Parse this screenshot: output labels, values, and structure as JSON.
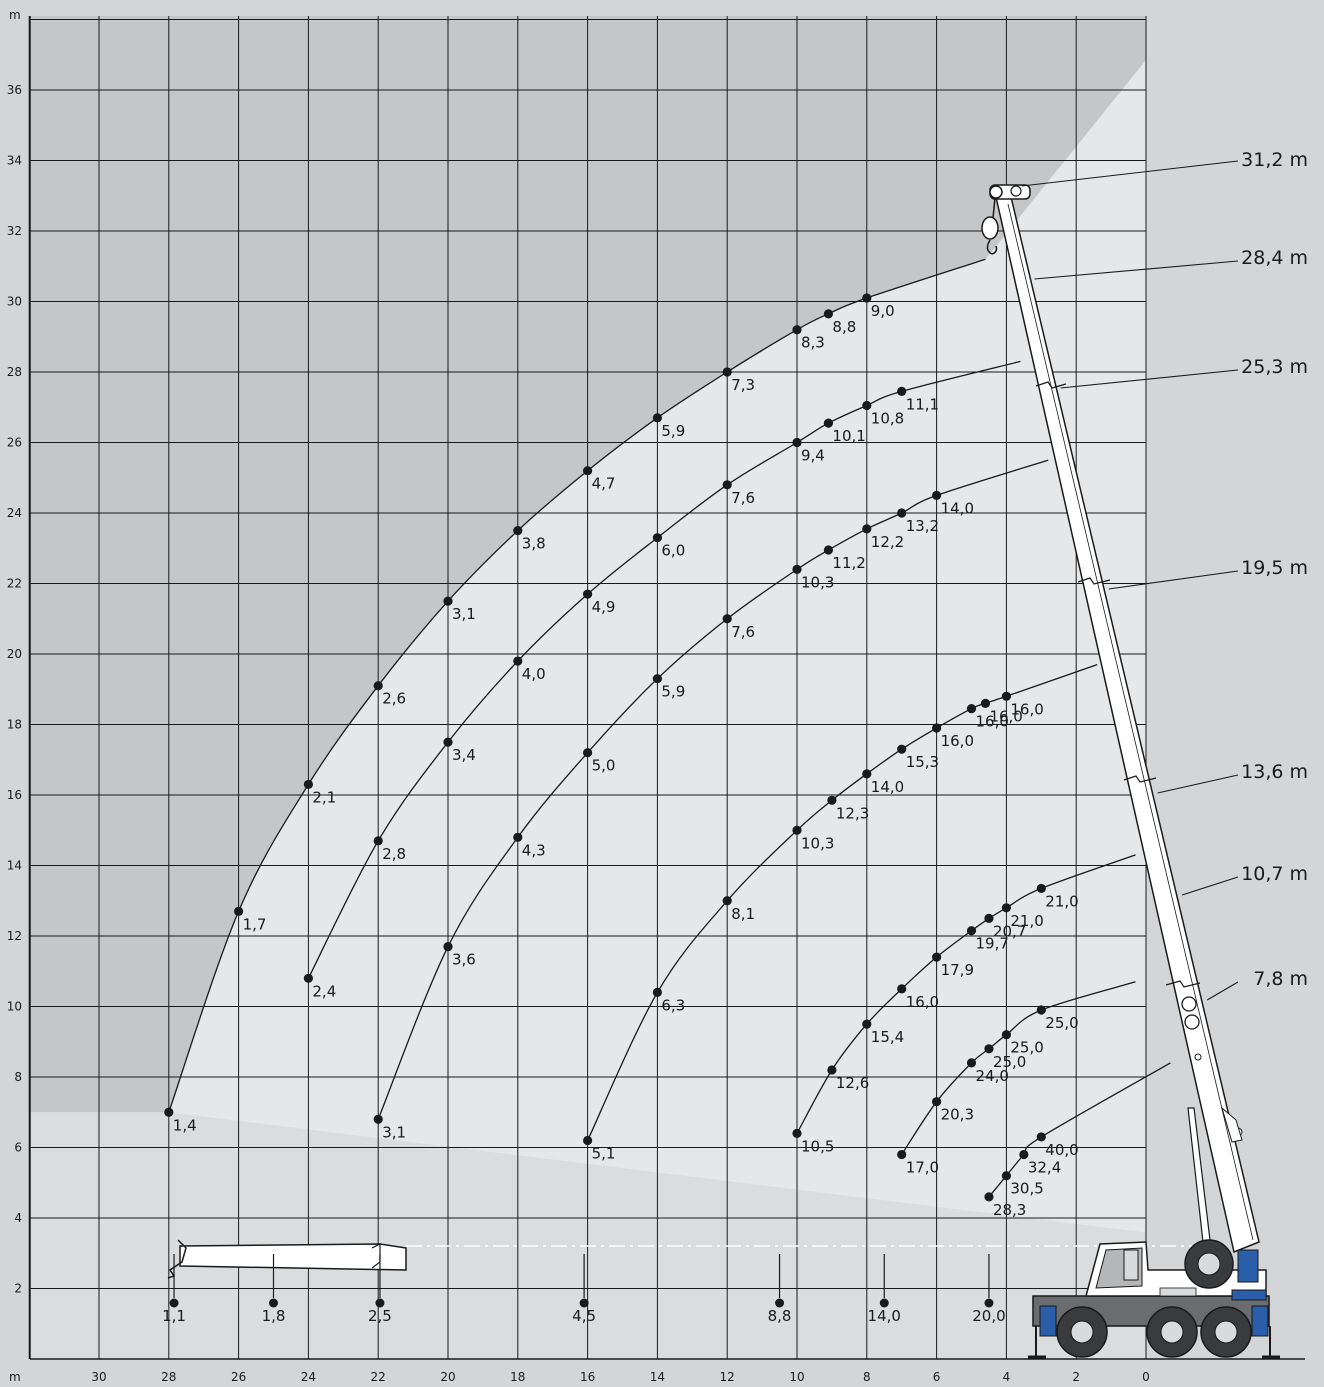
{
  "chart_data": {
    "type": "line",
    "title": "",
    "xlabel": "m",
    "ylabel": "m",
    "xlim": [
      32,
      0
    ],
    "ylim": [
      0,
      38
    ],
    "x_ticks": [
      30,
      28,
      26,
      24,
      22,
      20,
      18,
      16,
      14,
      12,
      10,
      8,
      6,
      4,
      2,
      0
    ],
    "y_ticks": [
      2,
      4,
      6,
      8,
      10,
      12,
      14,
      16,
      18,
      20,
      22,
      24,
      26,
      28,
      30,
      32,
      34,
      36
    ],
    "boom_lengths": [
      "31,2 m",
      "28,4 m",
      "25,3 m",
      "19,5 m",
      "13,6 m",
      "10,7 m",
      "7,8 m"
    ],
    "series": [
      {
        "points": [
          [
            28,
            7.0,
            "1,4"
          ],
          [
            26,
            12.7,
            "1,7"
          ],
          [
            24,
            16.3,
            "2,1"
          ],
          [
            22,
            19.1,
            "2,6"
          ],
          [
            20,
            21.5,
            "3,1"
          ],
          [
            18,
            23.5,
            "3,8"
          ],
          [
            16,
            25.2,
            "4,7"
          ],
          [
            14,
            26.7,
            "5,9"
          ],
          [
            12,
            28.0,
            "7,3"
          ],
          [
            10,
            29.2,
            "8,3"
          ],
          [
            9.1,
            29.65,
            "8,8"
          ],
          [
            8,
            30.1,
            "9,0"
          ]
        ],
        "end": [
          4.6,
          31.2
        ]
      },
      {
        "points": [
          [
            24,
            10.8,
            "2,4"
          ],
          [
            22,
            14.7,
            "2,8"
          ],
          [
            20,
            17.5,
            "3,4"
          ],
          [
            18,
            19.8,
            "4,0"
          ],
          [
            16,
            21.7,
            "4,9"
          ],
          [
            14,
            23.3,
            "6,0"
          ],
          [
            12,
            24.8,
            "7,6"
          ],
          [
            10,
            26.0,
            "9,4"
          ],
          [
            9.1,
            26.55,
            "10,1"
          ],
          [
            8,
            27.05,
            "10,8"
          ],
          [
            7,
            27.45,
            "11,1"
          ]
        ],
        "end": [
          3.6,
          28.3
        ]
      },
      {
        "points": [
          [
            22,
            6.8,
            "3,1"
          ],
          [
            20,
            11.7,
            "3,6"
          ],
          [
            18,
            14.8,
            "4,3"
          ],
          [
            16,
            17.2,
            "5,0"
          ],
          [
            14,
            19.3,
            "5,9"
          ],
          [
            12,
            21.0,
            "7,6"
          ],
          [
            10,
            22.4,
            "10,3"
          ],
          [
            9.1,
            22.95,
            "11,2"
          ],
          [
            8,
            23.55,
            "12,2"
          ],
          [
            7,
            24.0,
            "13,2"
          ],
          [
            6,
            24.5,
            "14,0"
          ]
        ],
        "end": [
          2.8,
          25.5
        ]
      },
      {
        "points": [
          [
            16,
            6.2,
            "5,1"
          ],
          [
            14,
            10.4,
            "6,3"
          ],
          [
            12,
            13.0,
            "8,1"
          ],
          [
            10,
            15.0,
            "10,3"
          ],
          [
            9.0,
            15.85,
            "12,3"
          ],
          [
            8,
            16.6,
            "14,0"
          ],
          [
            7,
            17.3,
            "15,3"
          ],
          [
            6,
            17.9,
            "16,0"
          ],
          [
            5,
            18.45,
            "16,0"
          ],
          [
            4.6,
            18.6,
            "16,0"
          ],
          [
            4,
            18.8,
            "16,0"
          ]
        ],
        "end": [
          1.4,
          19.7
        ]
      },
      {
        "points": [
          [
            10,
            6.4,
            "10,5"
          ],
          [
            9.0,
            8.2,
            "12,6"
          ],
          [
            8,
            9.5,
            "15,4"
          ],
          [
            7,
            10.5,
            "16,0"
          ],
          [
            6,
            11.4,
            "17,9"
          ],
          [
            5,
            12.15,
            "19,7"
          ],
          [
            4.5,
            12.5,
            "20,7"
          ],
          [
            4,
            12.8,
            "21,0"
          ],
          [
            3,
            13.35,
            "21,0"
          ]
        ],
        "end": [
          0.3,
          14.3
        ]
      },
      {
        "points": [
          [
            7,
            5.8,
            "17,0"
          ],
          [
            6,
            7.3,
            "20,3"
          ],
          [
            5,
            8.4,
            "24,0"
          ],
          [
            4.5,
            8.8,
            "25,0"
          ],
          [
            4,
            9.2,
            "25,0"
          ],
          [
            3,
            9.9,
            "25,0"
          ]
        ],
        "end": [
          0.3,
          10.7
        ]
      },
      {
        "points": [
          [
            4.5,
            4.6,
            "28,3"
          ],
          [
            4,
            5.2,
            "30,5"
          ],
          [
            3.5,
            5.8,
            "32,4"
          ],
          [
            3,
            6.3,
            "40,0"
          ]
        ],
        "end": [
          -0.7,
          8.4
        ]
      }
    ],
    "hook_positions": [
      {
        "x": 27.85,
        "label": "1,1"
      },
      {
        "x": 25.0,
        "label": "1,8"
      },
      {
        "x": 21.95,
        "label": "2,5"
      },
      {
        "x": 16.1,
        "label": "4,5"
      },
      {
        "x": 10.5,
        "label": "8,8"
      },
      {
        "x": 7.5,
        "label": "14,0"
      },
      {
        "x": 4.5,
        "label": "20,0"
      }
    ]
  },
  "colors": {
    "background": "#d4d5d7",
    "plot_light": "#e6e7e8",
    "plot_dark": "#c4c5c7",
    "line": "#1a1a1a"
  }
}
